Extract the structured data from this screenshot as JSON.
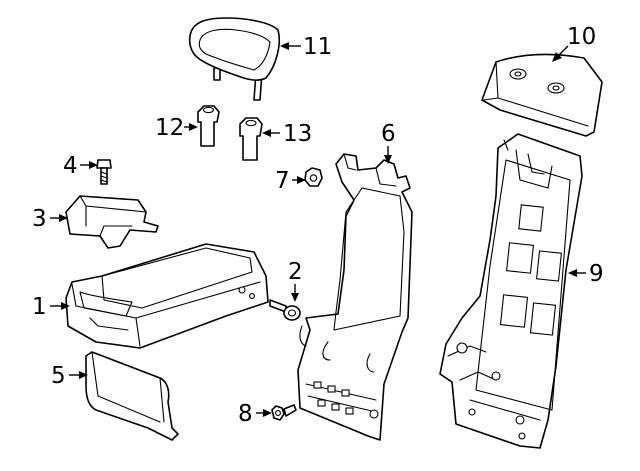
{
  "callouts": {
    "c1": "1",
    "c2": "2",
    "c3": "3",
    "c4": "4",
    "c5": "5",
    "c6": "6",
    "c7": "7",
    "c8": "8",
    "c9": "9",
    "c10": "10",
    "c11": "11",
    "c12": "12",
    "c13": "13"
  },
  "colors": {
    "line": "#000000",
    "background": "#ffffff",
    "shade": "#e6e6e6"
  }
}
